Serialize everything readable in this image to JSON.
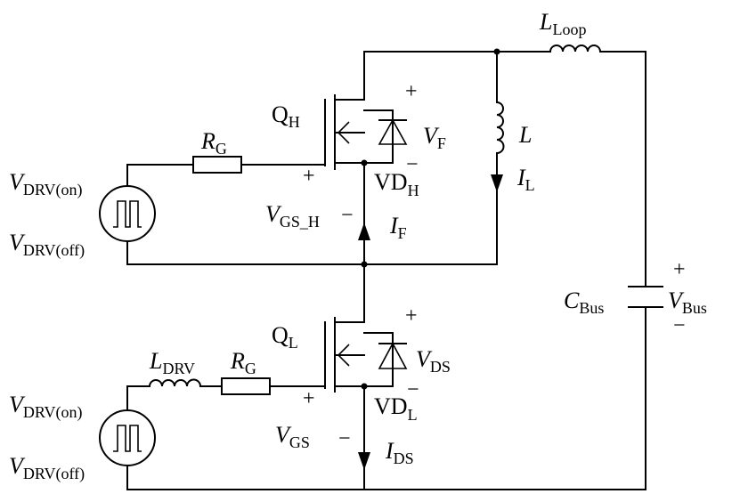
{
  "labels": {
    "l_loop": {
      "main": "L",
      "sub": "Loop"
    },
    "r_g_high": {
      "main": "R",
      "sub": "G"
    },
    "r_g_low": {
      "main": "R",
      "sub": "G"
    },
    "l_drv": {
      "main": "L",
      "sub": "DRV"
    },
    "q_h": {
      "main": "Q",
      "sub": "H"
    },
    "q_l": {
      "main": "Q",
      "sub": "L"
    },
    "v_f": {
      "main": "V",
      "sub": "F"
    },
    "v_ds": {
      "main": "V",
      "sub": "DS"
    },
    "vd_h": {
      "main": "VD",
      "sub": "H"
    },
    "vd_l": {
      "main": "VD",
      "sub": "L"
    },
    "l": {
      "main": "L"
    },
    "i_l": {
      "main": "I",
      "sub": "L"
    },
    "i_f": {
      "main": "I",
      "sub": "F"
    },
    "i_ds": {
      "main": "I",
      "sub": "DS"
    },
    "v_gs_h": {
      "main": "V",
      "sub": "GS_H"
    },
    "v_gs": {
      "main": "V",
      "sub": "GS"
    },
    "c_bus": {
      "main": "C",
      "sub": "Bus"
    },
    "v_bus": {
      "main": "V",
      "sub": "Bus"
    },
    "v_drv_on_high": {
      "main": "V",
      "sub": "DRV(on)"
    },
    "v_drv_off_high": {
      "main": "V",
      "sub": "DRV(off)"
    },
    "v_drv_on_low": {
      "main": "V",
      "sub": "DRV(on)"
    },
    "v_drv_off_low": {
      "main": "V",
      "sub": "DRV(off)"
    }
  },
  "signs": {
    "plus": "+",
    "minus": "−"
  }
}
